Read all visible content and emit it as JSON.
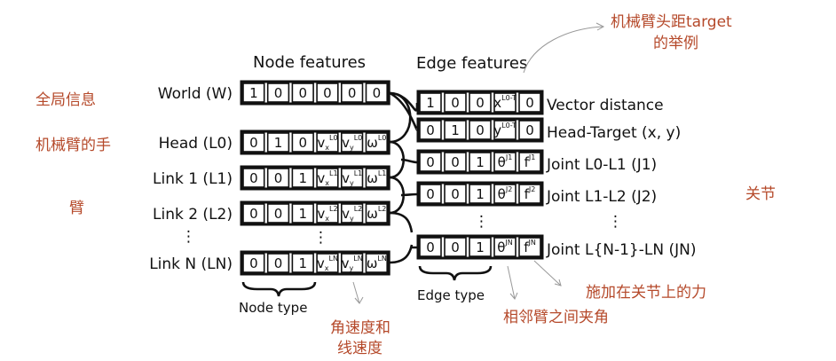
{
  "headers": {
    "node": "Node features",
    "edge": "Edge features"
  },
  "node_rows": [
    {
      "label": "World (W)",
      "cells": [
        {
          "b": "1"
        },
        {
          "b": "0"
        },
        {
          "b": "0"
        },
        {
          "b": "0"
        },
        {
          "b": "0"
        },
        {
          "b": "0"
        }
      ]
    },
    {
      "label": "Head (L0)",
      "cells": [
        {
          "b": "0"
        },
        {
          "b": "1"
        },
        {
          "b": "0"
        },
        {
          "b": "v",
          "sub": "x",
          "sup": "L0"
        },
        {
          "b": "v",
          "sub": "y",
          "sup": "L0"
        },
        {
          "b": "ω",
          "sup": "L0"
        }
      ]
    },
    {
      "label": "Link 1 (L1)",
      "cells": [
        {
          "b": "0"
        },
        {
          "b": "0"
        },
        {
          "b": "1"
        },
        {
          "b": "v",
          "sub": "x",
          "sup": "L1"
        },
        {
          "b": "v",
          "sub": "y",
          "sup": "L1"
        },
        {
          "b": "ω",
          "sup": "L1"
        }
      ]
    },
    {
      "label": "Link 2 (L2)",
      "cells": [
        {
          "b": "0"
        },
        {
          "b": "0"
        },
        {
          "b": "1"
        },
        {
          "b": "v",
          "sub": "x",
          "sup": "L2"
        },
        {
          "b": "v",
          "sub": "y",
          "sup": "L2"
        },
        {
          "b": "ω",
          "sup": "L2"
        }
      ]
    },
    {
      "label": "Link N (LN)",
      "cells": [
        {
          "b": "0"
        },
        {
          "b": "0"
        },
        {
          "b": "1"
        },
        {
          "b": "v",
          "sub": "x",
          "sup": "LN"
        },
        {
          "b": "v",
          "sub": "y",
          "sup": "LN"
        },
        {
          "b": "ω",
          "sup": "LN"
        }
      ]
    }
  ],
  "edge_rows": [
    {
      "label": "Vector distance",
      "cells": [
        {
          "b": "1"
        },
        {
          "b": "0"
        },
        {
          "b": "0"
        },
        {
          "b": "x",
          "sup": "L0-T"
        },
        {
          "b": "0"
        }
      ]
    },
    {
      "label": "Head-Target (x, y)",
      "cells": [
        {
          "b": "0"
        },
        {
          "b": "1"
        },
        {
          "b": "0"
        },
        {
          "b": "y",
          "sup": "L0-T"
        },
        {
          "b": "0"
        }
      ]
    },
    {
      "label": "Joint L0-L1 (J1)",
      "cells": [
        {
          "b": "0"
        },
        {
          "b": "0"
        },
        {
          "b": "1"
        },
        {
          "b": "θ",
          "sup": "J1"
        },
        {
          "b": "f",
          "sup": "J1"
        }
      ]
    },
    {
      "label": "Joint L1-L2 (J2)",
      "cells": [
        {
          "b": "0"
        },
        {
          "b": "0"
        },
        {
          "b": "1"
        },
        {
          "b": "θ",
          "sup": "J2"
        },
        {
          "b": "f",
          "sup": "J2"
        }
      ]
    },
    {
      "label": "Joint L{N-1}-LN (JN)",
      "cells": [
        {
          "b": "0"
        },
        {
          "b": "0"
        },
        {
          "b": "1"
        },
        {
          "b": "θ",
          "sup": "JN"
        },
        {
          "b": "f",
          "sup": "JN"
        }
      ]
    }
  ],
  "type_labels": {
    "node": "Node type",
    "edge": "Edge type"
  },
  "annotations": {
    "global_info": "全局信息",
    "arm_hand_1": "机械臂的手",
    "arm_hand_2": "臂",
    "joint": "关节",
    "target_example_1": "机械臂头距target",
    "target_example_2": "的举例",
    "velocity_1": "角速度和",
    "velocity_2": "线速度",
    "force": "施加在关节上的力",
    "angle": "相邻臂之间夹角"
  }
}
